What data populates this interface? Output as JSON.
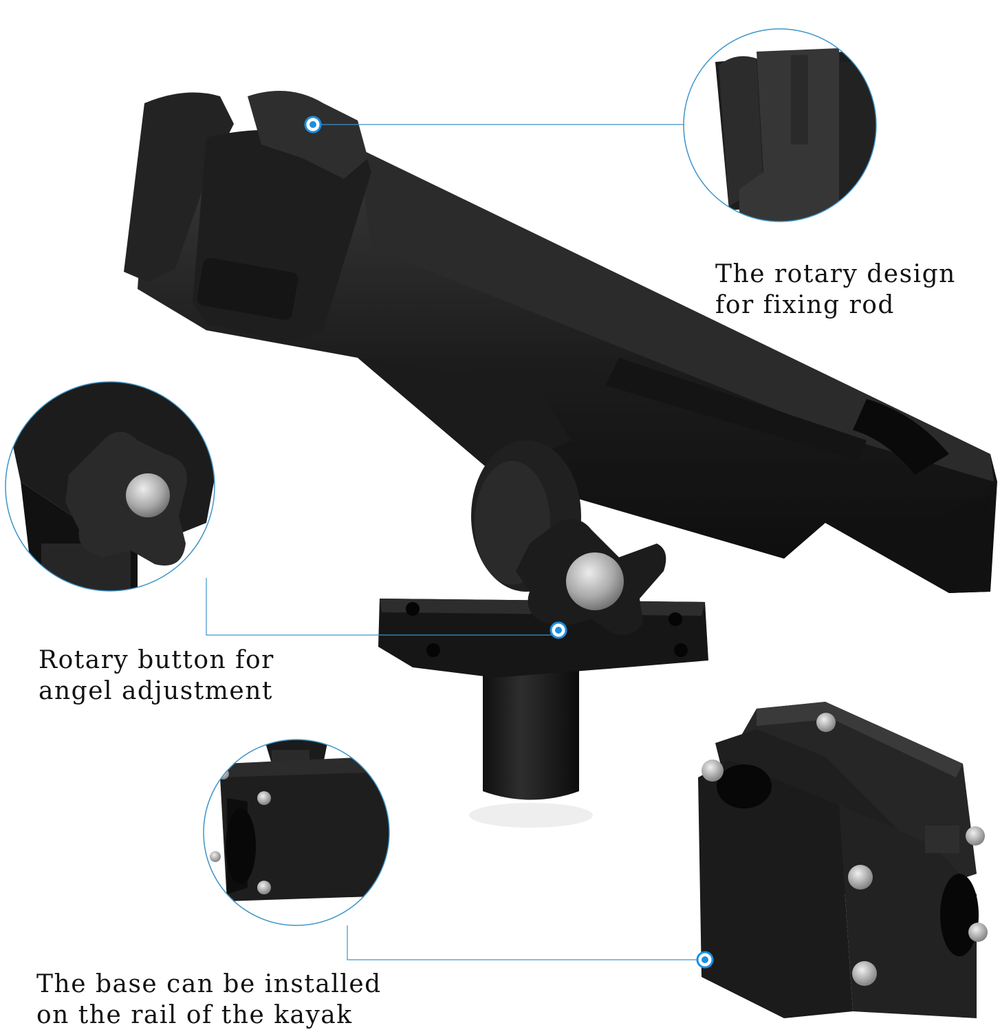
{
  "captions": {
    "rotary_design": {
      "line1": "The rotary design",
      "line2": "for fixing rod"
    },
    "rotary_button": {
      "line1": "Rotary button for",
      "line2": "angel adjustment"
    },
    "base_install": {
      "line1": "The base can be installed",
      "line2": "on the rail of the kayak"
    }
  },
  "colors": {
    "callout_line": "#3d94c8",
    "callout_dot": "#1d8fe0",
    "product_black": "#1a1a1a"
  }
}
